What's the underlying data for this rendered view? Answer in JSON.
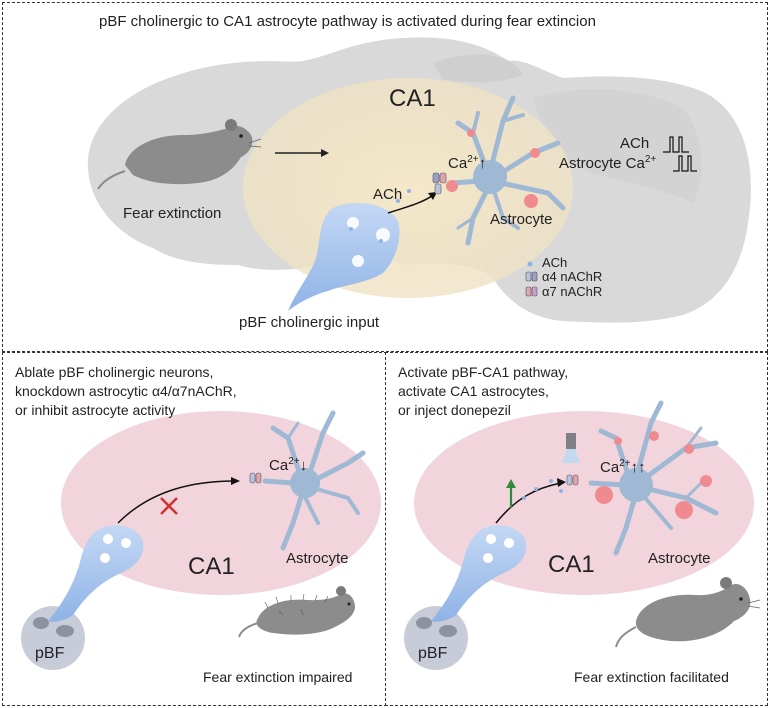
{
  "top": {
    "title": "pBF cholinergic to CA1 astrocyte pathway is activated during fear extincion",
    "ca1": "CA1",
    "fear_extinction": "Fear extinction",
    "ach": "ACh",
    "ca_label": "Ca",
    "ca_sup": "2+",
    "ca_arrow": "↑",
    "astrocyte": "Astrocyte",
    "pbf_input": "pBF cholinergic input",
    "trace_ach": "ACh",
    "trace_astro": "Astrocyte Ca",
    "trace_astro_sup": "2+",
    "legend": [
      {
        "label": "ACh",
        "icon": "ach-dot-icon"
      },
      {
        "label": "α4 nAChR",
        "icon": "alpha4-receptor-icon"
      },
      {
        "label": "α7 nAChR",
        "icon": "alpha7-receptor-icon"
      }
    ]
  },
  "bottom_left": {
    "caption_lines": [
      "Ablate pBF cholinergic neurons,",
      "knockdown astrocytic α4/α7nAChR,",
      "or inhibit astrocyte activity"
    ],
    "ca_label": "Ca",
    "ca_sup": "2+",
    "ca_arrow": "↓",
    "astrocyte": "Astrocyte",
    "ca1": "CA1",
    "pbf": "pBF",
    "outcome": "Fear extinction impaired"
  },
  "bottom_right": {
    "caption_lines": [
      "Activate pBF-CA1 pathway,",
      "activate CA1 astrocytes,",
      "or inject donepezil"
    ],
    "ca_label": "Ca",
    "ca_sup": "2+",
    "ca_arrow": "↑↑",
    "astrocyte": "Astrocyte",
    "ca1": "CA1",
    "pbf": "pBF",
    "outcome": "Fear extinction facilitated"
  },
  "colors": {
    "brain": "#d9d9d9",
    "ca1_region_top": "#f3e6c8",
    "ca1_region_bottom": "#f2d5dc",
    "neuron": "#a9c6ec",
    "astrocyte": "#9fb8d4",
    "calcium": "#ef8a8f",
    "mouse": "#8c8c8c"
  }
}
